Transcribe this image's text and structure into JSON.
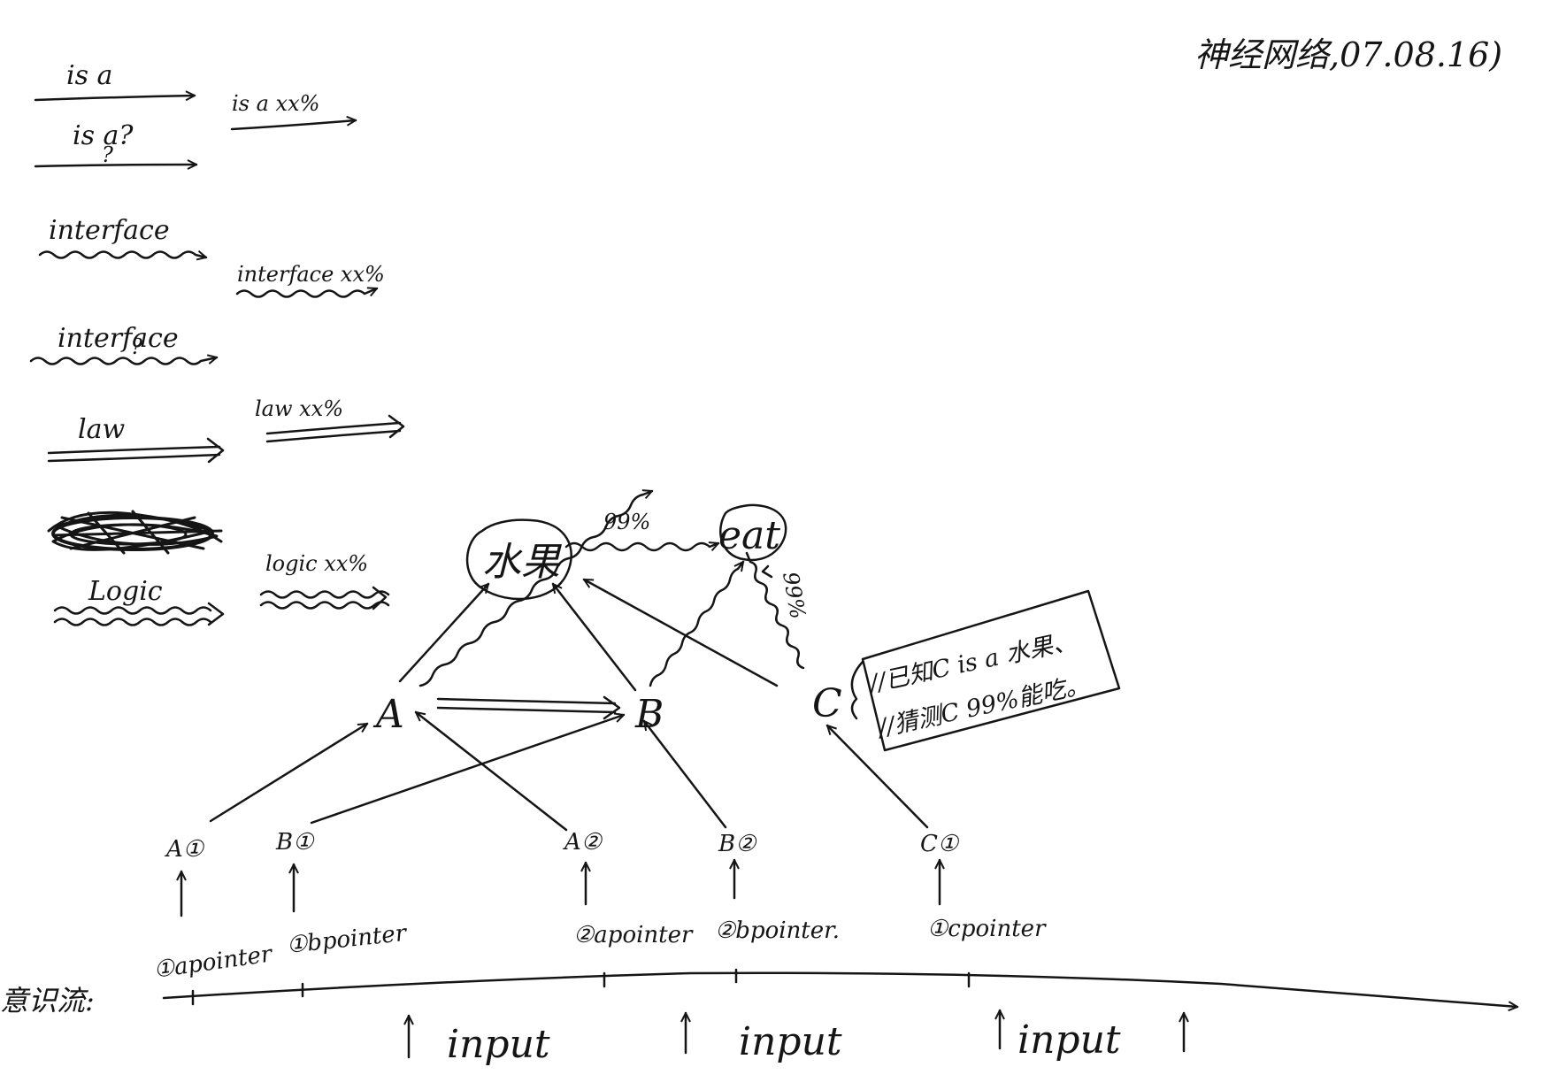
{
  "title": "神经网络,07.08.16)",
  "legend": [
    {
      "label": "is a",
      "weighted": "is a xx%",
      "style": "straight",
      "question": false
    },
    {
      "label": "is a?",
      "weighted": "",
      "style": "straight",
      "question": true
    },
    {
      "label": "interface",
      "weighted": "interface xx%",
      "style": "wavy",
      "question": false
    },
    {
      "label": "interface",
      "weighted": "",
      "style": "wavy",
      "question": true
    },
    {
      "label": "law",
      "weighted": "law xx%",
      "style": "double",
      "question": false
    },
    {
      "label": "Logic",
      "weighted": "logic xx%",
      "style": "double-wavy",
      "question": false
    }
  ],
  "question_mark": "?",
  "nodes": {
    "fruit": "水果",
    "eat": "eat",
    "a": "A",
    "b": "B",
    "c": "C"
  },
  "weights": {
    "fruit_eat": "99%",
    "c_eat": "99%"
  },
  "note": {
    "line1": "//已知C is a 水果、",
    "line2": "//猜测C 99%能吃。"
  },
  "instances": [
    {
      "label": "A①",
      "pointer": "①apointer"
    },
    {
      "label": "B①",
      "pointer": "①bpointer"
    },
    {
      "label": "A②",
      "pointer": "②apointer"
    },
    {
      "label": "B②",
      "pointer": "②bpointer."
    },
    {
      "label": "C①",
      "pointer": "①cpointer"
    }
  ],
  "axis_label": "意识流:",
  "inputs": [
    "input",
    "input",
    "input"
  ]
}
